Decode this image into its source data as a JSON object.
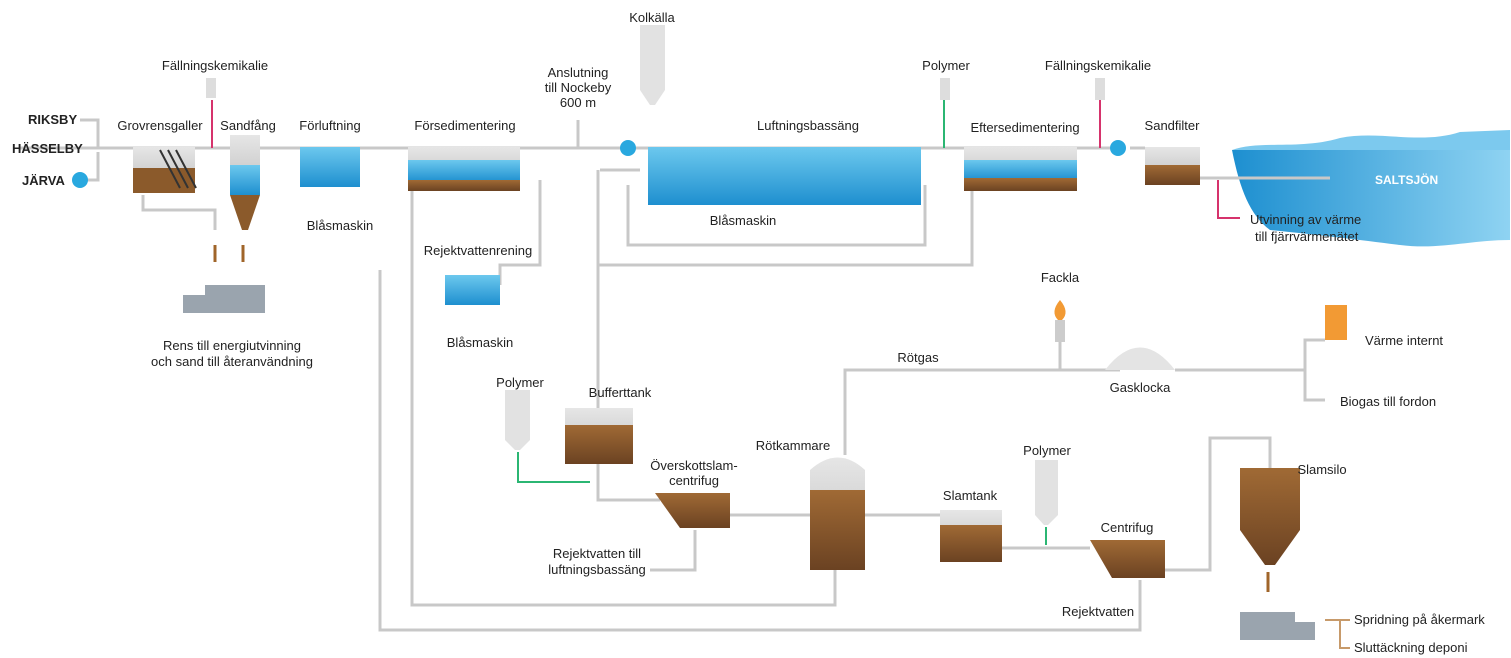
{
  "sources": [
    "RIKSBY",
    "HÄSSELBY",
    "JÄRVA"
  ],
  "labels": {
    "grovrensgaller": "Grovrensgaller",
    "sandfang": "Sandfång",
    "forluftning": "Förluftning",
    "forsedimentering": "Försedimentering",
    "anslutning": [
      "Anslutning",
      "till Nockeby",
      "600 m"
    ],
    "kolkalla": "Kolkälla",
    "luftningsbassang": "Luftningsbassäng",
    "polymer_top": "Polymer",
    "fallningskemikalie_1": "Fällningskemikalie",
    "fallningskemikalie_2": "Fällningskemikalie",
    "eftersedimentering": "Eftersedimentering",
    "sandfilter": "Sandfilter",
    "saltsjon": "SALTSJÖN",
    "utvinning": [
      "Utvinning av värme",
      "till fjärrvärmenätet"
    ],
    "blasmaskin_1": "Blåsmaskin",
    "blasmaskin_2": "Blåsmaskin",
    "blasmaskin_3": "Blåsmaskin",
    "rens": [
      "Rens till energiutvinning",
      "och sand till återanvändning"
    ],
    "rejektvattenrening": "Rejektvattenrening",
    "fackla": "Fackla",
    "rotgas": "Rötgas",
    "gasklocka": "Gasklocka",
    "varme_internt": "Värme internt",
    "biogas": "Biogas till fordon",
    "polymer_mid": "Polymer",
    "bufferttank": "Bufferttank",
    "overskottslam": [
      "Överskottslam-",
      "centrifug"
    ],
    "rotkammare": "Rötkammare",
    "slamtank": "Slamtank",
    "polymer_low": "Polymer",
    "centrifug": "Centrifug",
    "slamsilo": "Slamsilo",
    "rejektvatten_till": [
      "Rejektvatten till",
      "luftningsbassäng"
    ],
    "rejektvatten": "Rejektvatten",
    "spridning": "Spridning på åkermark",
    "sluttackning": "Sluttäckning deponi"
  },
  "colors": {
    "pipe": "#c8c8c8",
    "water": "#2aa6dd",
    "sludge": "#8b5a2b",
    "pink": "#d6336c",
    "green": "#2bb673",
    "pump": "#29a8df",
    "blower": "#1f5fa8"
  }
}
